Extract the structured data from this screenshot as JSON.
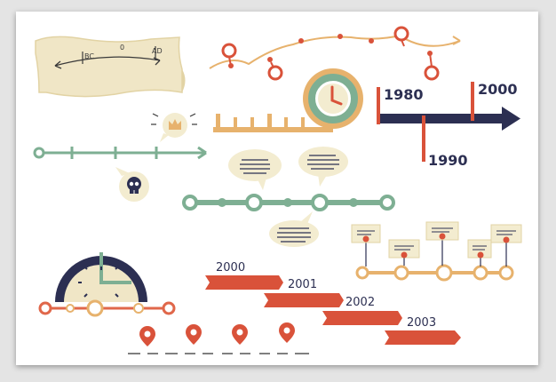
{
  "colors": {
    "navy": "#2c2f52",
    "red": "#d9523a",
    "orange": "#e0674a",
    "mint": "#7eaf93",
    "mustard": "#e7b26d",
    "cream": "#f0e6c6",
    "bubble": "#f3ecd0",
    "ink": "#3a3a3a"
  },
  "scroll": {
    "left": "BC",
    "right": "AD",
    "mid": "0"
  },
  "years_bar": {
    "y1980": "1980",
    "y1990": "1990",
    "y2000": "2000"
  },
  "ribbons": [
    "2000",
    "2001",
    "2002",
    "2003"
  ],
  "icons": {
    "crown": "crown-icon",
    "skull": "skull-icon",
    "clock": "clock-icon",
    "pin": "map-pin-icon"
  }
}
